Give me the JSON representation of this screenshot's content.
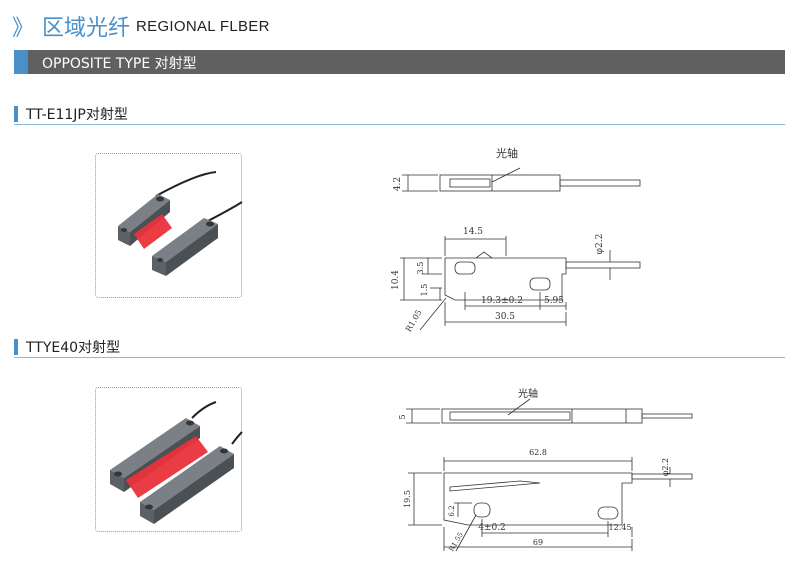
{
  "header": {
    "chevron": "》",
    "title_cn": "区域光纤",
    "title_en": "REGIONAL FLBER"
  },
  "banner": {
    "label": "OPPOSITE TYPE 对射型",
    "accent_color": "#4a90c8",
    "bg_color": "#606060"
  },
  "sections": [
    {
      "title": "TT-E11JP对射型",
      "drawing": {
        "optical_axis_label": "光轴",
        "dims": {
          "height_top": "4.2",
          "length_a": "14.5",
          "height_total": "10.4",
          "height_b": "3.5",
          "height_c": "1.5",
          "hole_spacing": "19.3±0.2",
          "end_offset": "5.95",
          "radius": "R1.05",
          "total_length": "30.5",
          "cable_dia": "φ2.2"
        }
      }
    },
    {
      "title": "TTYE40对射型",
      "drawing": {
        "optical_axis_label": "光轴",
        "dims": {
          "height_top": "5",
          "length_a": "62.8",
          "height_total": "19.5",
          "height_b": "6.2",
          "hole_spacing": "4±0.2",
          "end_offset": "12.45",
          "radius": "R1.55",
          "total_length": "69",
          "cable_dia": "φ2.2"
        }
      }
    }
  ],
  "colors": {
    "accent": "#4a90c8",
    "sensor_body": "#555b61",
    "beam": "#e8323a"
  }
}
